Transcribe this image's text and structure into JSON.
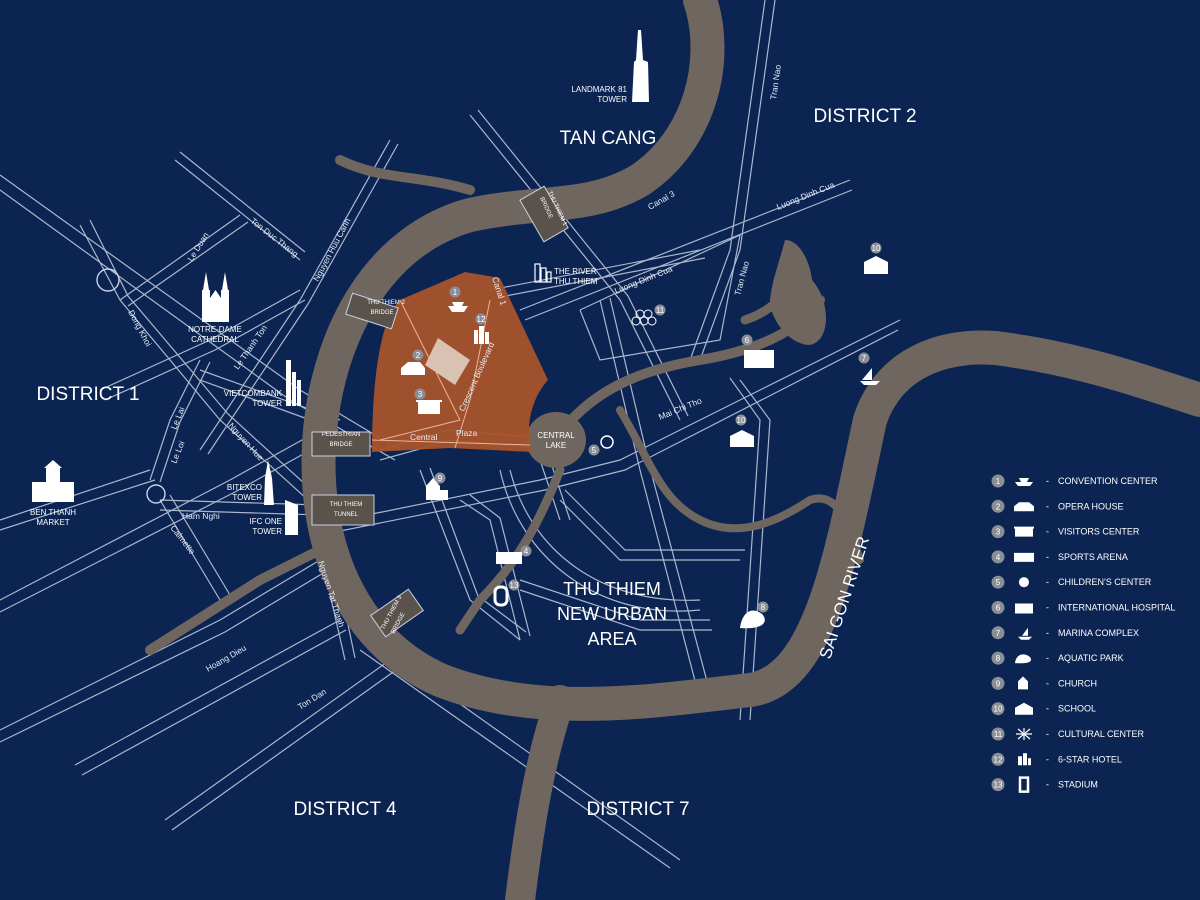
{
  "colors": {
    "background": "#0b2452",
    "river": "#6f665f",
    "road": "#c9d1e3",
    "zone": "#a8532a",
    "badge": "#8a8f97",
    "text": "#ffffff"
  },
  "districts": [
    {
      "id": "d1",
      "text": "DISTRICT 1"
    },
    {
      "id": "d2",
      "text": "DISTRICT 2"
    },
    {
      "id": "d4",
      "text": "DISTRICT 4"
    },
    {
      "id": "d7",
      "text": "DISTRICT 7"
    },
    {
      "id": "tancang",
      "text": "TAN CANG"
    }
  ],
  "area_label": [
    "THU THIEM",
    "NEW URBAN",
    "AREA"
  ],
  "river_label": "SAI GON RIVER",
  "central_lake": [
    "CENTRAL",
    "LAKE"
  ],
  "landmarks": {
    "landmark81": [
      "LANDMARK 81",
      "TOWER"
    ],
    "notre_dame": [
      "NOTRE-DAME",
      "CATHEDRAL"
    ],
    "vietcombank": [
      "VIETCOMBANK",
      "TOWER"
    ],
    "bitexco": [
      "BITEXCO",
      "TOWER"
    ],
    "ifc": [
      "IFC ONE",
      "TOWER"
    ],
    "ben_thanh": [
      "BEN THANH",
      "MARKET"
    ],
    "river_thu_thiem": [
      "THE RIVER",
      "THU THIEM"
    ]
  },
  "bridges": {
    "tt1": [
      "THU THIEM 1",
      "BRIDGE"
    ],
    "tt2": [
      "THU THIEM 2",
      "BRIDGE"
    ],
    "pedestrian": [
      "PEDESTRIAN",
      "BRIDGE"
    ],
    "tunnel": [
      "THU THIEM",
      "TUNNEL"
    ],
    "tt3": [
      "THU THIEM 3",
      "BRIDGE"
    ]
  },
  "streets": {
    "le_duan": "Le Duan",
    "ton_duc_thang": "Ton Duc Thang",
    "nguyen_huu_canh": "Nguyen Huu Canh",
    "dong_khoi": "Dong Khoi",
    "le_thanh_ton": "Le Thanh Ton",
    "le_lai": "Le Lai",
    "le_loi": "Le Loi",
    "nguyen_hue": "Nguyen Hue",
    "ham_nghi": "Ham Nghi",
    "calmette": "Calmette",
    "hoang_dieu": "Hoang Dieu",
    "ton_dan": "Ton Dan",
    "nguyen_tat_thanh": "Nguyen Tat Thanh",
    "canal1": "Canal 1",
    "canal3": "Canal 3",
    "luong_dinh_cua": "Luong Dinh Cua",
    "luong_dinh_cua_2": "Luong Dinh Cua",
    "tran_nao": "Tran Nao",
    "tran_nao_2": "Tran Nao",
    "mai_chi_tho": "Mai Chi Tho",
    "crescent_boulevard": "Crescent Boulevard",
    "central": "Central",
    "plaza": "Plaza"
  },
  "legend": [
    {
      "num": "1",
      "icon": "convention-center-icon",
      "label": "CONVENTION CENTER"
    },
    {
      "num": "2",
      "icon": "opera-house-icon",
      "label": "OPERA HOUSE"
    },
    {
      "num": "3",
      "icon": "visitors-center-icon",
      "label": "VISITORS CENTER"
    },
    {
      "num": "4",
      "icon": "sports-arena-icon",
      "label": "SPORTS ARENA"
    },
    {
      "num": "5",
      "icon": "childrens-center-icon",
      "label": "CHILDREN'S CENTER"
    },
    {
      "num": "6",
      "icon": "international-hospital-icon",
      "label": "INTERNATIONAL HOSPITAL"
    },
    {
      "num": "7",
      "icon": "marina-complex-icon",
      "label": "MARINA COMPLEX"
    },
    {
      "num": "8",
      "icon": "aquatic-park-icon",
      "label": "AQUATIC PARK"
    },
    {
      "num": "9",
      "icon": "church-icon",
      "label": "CHURCH"
    },
    {
      "num": "10",
      "icon": "school-icon",
      "label": "SCHOOL"
    },
    {
      "num": "11",
      "icon": "cultural-center-icon",
      "label": "CULTURAL CENTER"
    },
    {
      "num": "12",
      "icon": "six-star-hotel-icon",
      "label": "6-STAR HOTEL"
    },
    {
      "num": "13",
      "icon": "stadium-icon",
      "label": "STADIUM"
    }
  ],
  "legend_dash": "-",
  "map_markers": [
    "1",
    "2",
    "3",
    "4",
    "5",
    "6",
    "7",
    "8",
    "9",
    "10",
    "10",
    "11",
    "12",
    "13"
  ]
}
